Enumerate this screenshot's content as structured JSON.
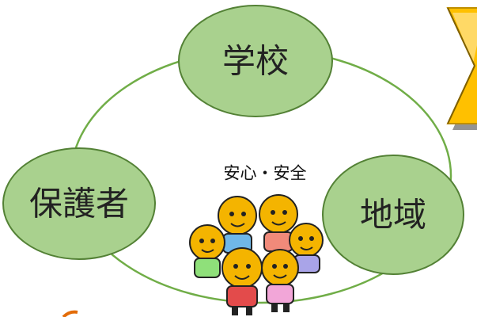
{
  "diagram": {
    "nodes": [
      {
        "id": "school",
        "label": "学校"
      },
      {
        "id": "guardians",
        "label": "保護者"
      },
      {
        "id": "community",
        "label": "地域"
      }
    ],
    "center_caption": "安心・安全",
    "colors": {
      "node_fill": "#a9d18e",
      "node_stroke": "#538135",
      "ring_stroke": "#70ad47",
      "arrow_fill": "#ffc000",
      "arrow_shadow": "#7f6000"
    },
    "icons": [
      "children-group-illustration-icon",
      "hourglass-arrow-icon"
    ]
  }
}
